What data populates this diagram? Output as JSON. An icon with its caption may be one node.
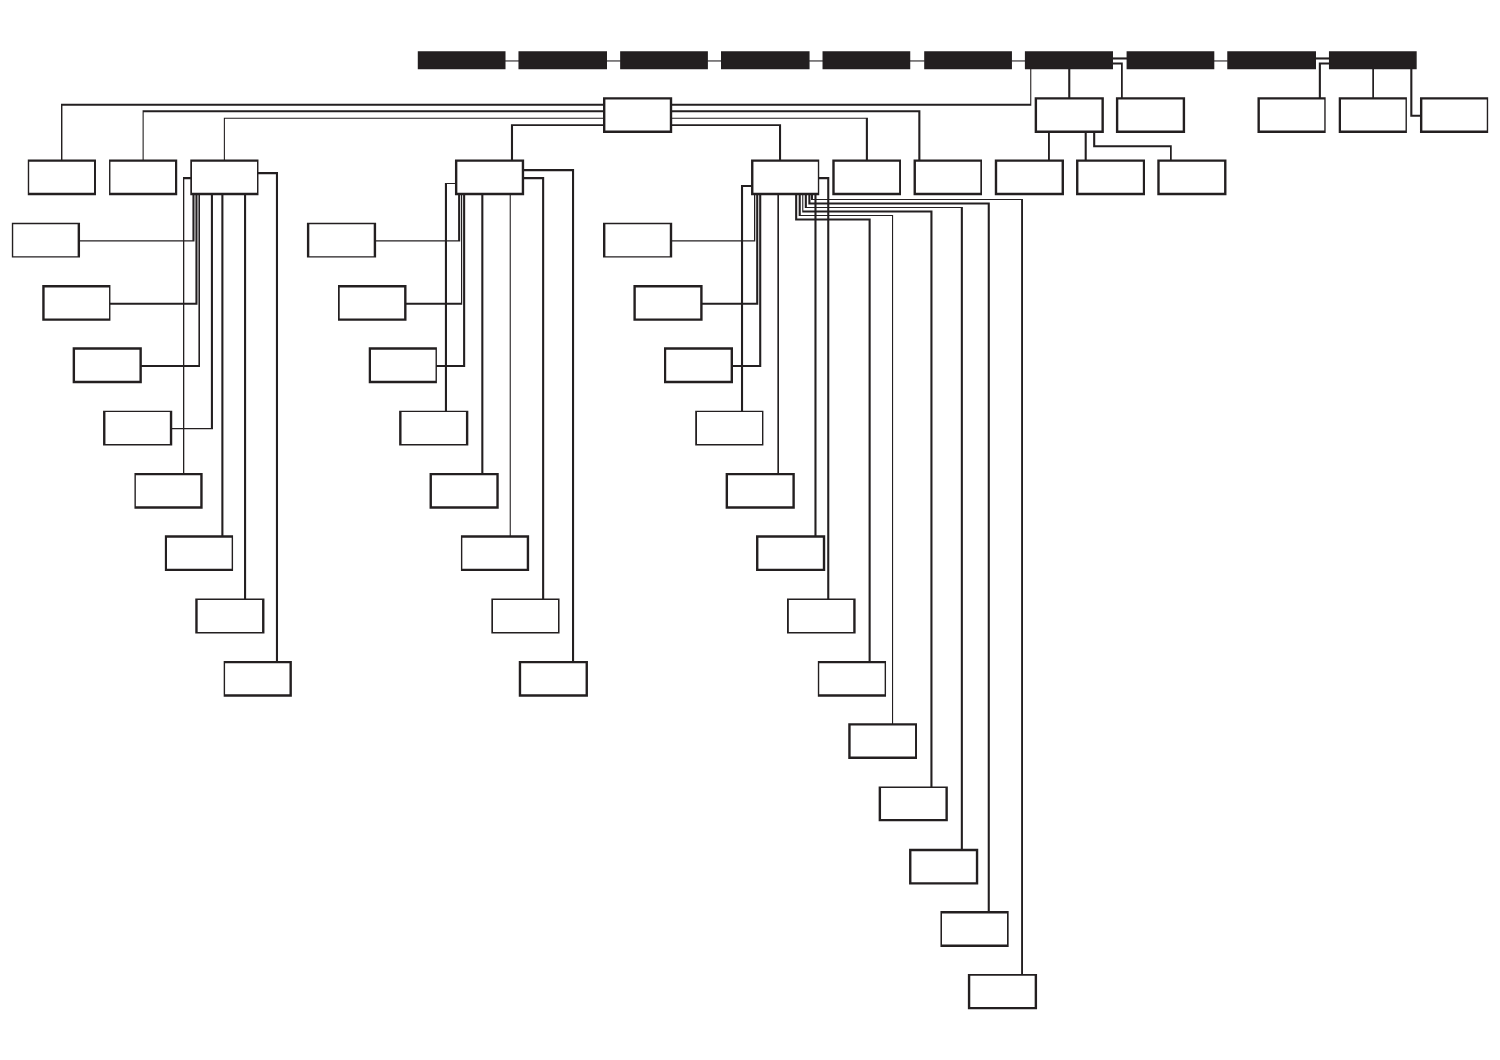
{
  "diagram": {
    "nodes": [
      {
        "text": [],
        "shape": "bar"
      },
      {
        "text": [],
        "shape": "bar"
      },
      {
        "text": [],
        "shape": "bar"
      },
      {
        "text": [],
        "shape": "bar"
      },
      {
        "text": [],
        "shape": "bar"
      },
      {
        "text": [],
        "shape": "bar"
      },
      {
        "text": [],
        "shape": "bar"
      },
      {
        "text": [],
        "shape": "bar"
      },
      {
        "text": [],
        "shape": "bar"
      },
      {
        "text": [],
        "shape": "bar"
      },
      {
        "text": [],
        "shape": "box"
      },
      {
        "text": [],
        "shape": "box"
      },
      {
        "text": [],
        "shape": "box"
      },
      {
        "text": [],
        "shape": "box"
      },
      {
        "text": [],
        "shape": "box"
      },
      {
        "text": [],
        "shape": "box"
      },
      {
        "text": [],
        "shape": "box"
      },
      {
        "text": [],
        "shape": "box"
      },
      {
        "text": [],
        "shape": "box"
      },
      {
        "text": [],
        "shape": "box"
      },
      {
        "text": [],
        "shape": "box"
      },
      {
        "text": [],
        "shape": "box"
      },
      {
        "text": [],
        "shape": "box"
      },
      {
        "text": [],
        "shape": "box"
      },
      {
        "text": [],
        "shape": "box"
      },
      {
        "text": [],
        "shape": "box"
      },
      {
        "text": [],
        "shape": "box"
      },
      {
        "text": [],
        "shape": "box"
      },
      {
        "text": [],
        "shape": "box"
      },
      {
        "text": [],
        "shape": "box"
      },
      {
        "text": [],
        "shape": "box"
      },
      {
        "text": [],
        "shape": "box"
      },
      {
        "text": [],
        "shape": "box"
      },
      {
        "text": [],
        "shape": "box"
      },
      {
        "text": [],
        "shape": "box"
      },
      {
        "text": [],
        "shape": "box"
      },
      {
        "text": [],
        "shape": "box"
      },
      {
        "text": [],
        "shape": "box"
      },
      {
        "text": [],
        "shape": "box"
      },
      {
        "text": [],
        "shape": "box"
      },
      {
        "text": [],
        "shape": "box"
      },
      {
        "text": [],
        "shape": "box"
      },
      {
        "text": [],
        "shape": "box"
      },
      {
        "text": [],
        "shape": "box"
      },
      {
        "text": [],
        "shape": "box"
      },
      {
        "text": [],
        "shape": "box"
      },
      {
        "text": [],
        "shape": "box"
      },
      {
        "text": [],
        "shape": "box"
      },
      {
        "text": [],
        "shape": "box"
      },
      {
        "text": [],
        "shape": "box"
      },
      {
        "text": [],
        "shape": "box"
      },
      {
        "text": [],
        "shape": "box"
      },
      {
        "text": [],
        "shape": "box"
      },
      {
        "text": [],
        "shape": "box"
      },
      {
        "text": [],
        "shape": "box"
      }
    ],
    "edges": [
      {
        "from": 0,
        "to": 1,
        "arrow": "none"
      },
      {
        "from": 1,
        "to": 2,
        "arrow": "none"
      },
      {
        "from": 2,
        "to": 3,
        "arrow": "none"
      },
      {
        "from": 3,
        "to": 4,
        "arrow": "none"
      },
      {
        "from": 4,
        "to": 5,
        "arrow": "none"
      },
      {
        "from": 5,
        "to": 6,
        "arrow": "none"
      },
      {
        "from": 6,
        "to": 7,
        "arrow": "none"
      },
      {
        "from": 7,
        "to": 8,
        "arrow": "none"
      },
      {
        "from": 8,
        "to": 9,
        "arrow": "none"
      },
      {
        "from": 6,
        "to": 10,
        "arrow": "none"
      },
      {
        "from": 6,
        "to": 11,
        "arrow": "none"
      },
      {
        "from": 6,
        "to": 12,
        "arrow": "none"
      },
      {
        "from": 9,
        "to": 13,
        "arrow": "none"
      },
      {
        "from": 9,
        "to": 14,
        "arrow": "none"
      },
      {
        "from": 9,
        "to": 15,
        "arrow": "none"
      },
      {
        "from": 10,
        "to": 16,
        "arrow": "none"
      },
      {
        "from": 10,
        "to": 17,
        "arrow": "none"
      },
      {
        "from": 10,
        "to": 18,
        "arrow": "none"
      },
      {
        "from": 10,
        "to": 19,
        "arrow": "none"
      },
      {
        "from": 10,
        "to": 20,
        "arrow": "none"
      },
      {
        "from": 10,
        "to": 21,
        "arrow": "none"
      },
      {
        "from": 10,
        "to": 22,
        "arrow": "none"
      },
      {
        "from": 11,
        "to": 23,
        "arrow": "none"
      },
      {
        "from": 11,
        "to": 24,
        "arrow": "none"
      },
      {
        "from": 11,
        "to": 25,
        "arrow": "none"
      },
      {
        "from": 18,
        "to": 26,
        "arrow": "none"
      },
      {
        "from": 18,
        "to": 27,
        "arrow": "none"
      },
      {
        "from": 18,
        "to": 28,
        "arrow": "none"
      },
      {
        "from": 18,
        "to": 29,
        "arrow": "none"
      },
      {
        "from": 18,
        "to": 30,
        "arrow": "none"
      },
      {
        "from": 18,
        "to": 31,
        "arrow": "none"
      },
      {
        "from": 18,
        "to": 32,
        "arrow": "none"
      },
      {
        "from": 18,
        "to": 33,
        "arrow": "none"
      },
      {
        "from": 19,
        "to": 34,
        "arrow": "none"
      },
      {
        "from": 19,
        "to": 35,
        "arrow": "none"
      },
      {
        "from": 19,
        "to": 36,
        "arrow": "none"
      },
      {
        "from": 19,
        "to": 37,
        "arrow": "none"
      },
      {
        "from": 19,
        "to": 38,
        "arrow": "none"
      },
      {
        "from": 19,
        "to": 39,
        "arrow": "none"
      },
      {
        "from": 19,
        "to": 40,
        "arrow": "none"
      },
      {
        "from": 19,
        "to": 41,
        "arrow": "none"
      },
      {
        "from": 20,
        "to": 42,
        "arrow": "none"
      },
      {
        "from": 20,
        "to": 43,
        "arrow": "none"
      },
      {
        "from": 20,
        "to": 44,
        "arrow": "none"
      },
      {
        "from": 20,
        "to": 45,
        "arrow": "none"
      },
      {
        "from": 20,
        "to": 46,
        "arrow": "none"
      },
      {
        "from": 20,
        "to": 47,
        "arrow": "none"
      },
      {
        "from": 20,
        "to": 48,
        "arrow": "none"
      },
      {
        "from": 20,
        "to": 49,
        "arrow": "none"
      },
      {
        "from": 20,
        "to": 50,
        "arrow": "none"
      },
      {
        "from": 20,
        "to": 51,
        "arrow": "none"
      },
      {
        "from": 20,
        "to": 52,
        "arrow": "none"
      },
      {
        "from": 20,
        "to": 53,
        "arrow": "none"
      },
      {
        "from": 20,
        "to": 54,
        "arrow": "none"
      }
    ]
  }
}
